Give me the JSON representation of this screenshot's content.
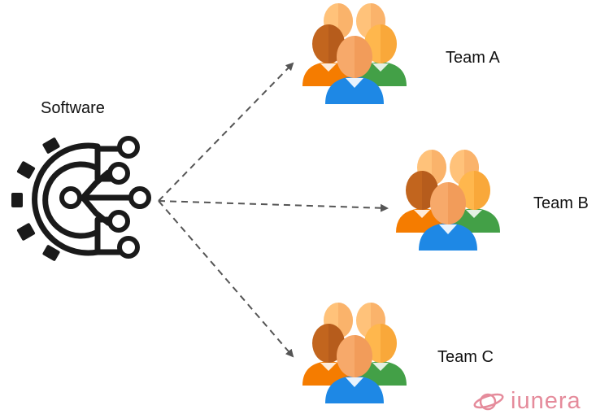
{
  "software": {
    "label": "Software",
    "icon": "gear-circuit-icon"
  },
  "teams": [
    {
      "label": "Team A",
      "icon": "people-group-icon"
    },
    {
      "label": "Team B",
      "icon": "people-group-icon"
    },
    {
      "label": "Team C",
      "icon": "people-group-icon"
    }
  ],
  "logo": {
    "text": "iunera",
    "icon": "planet-ring-icon",
    "color": "#e58b9b"
  },
  "colors": {
    "arrow": "#555555",
    "icon_dark": "#1a1a1a",
    "person_orange_shirt": "#f57c00",
    "person_green_shirt": "#43a047",
    "person_blue_shirt": "#1e88e5",
    "skin_light": "#ffb74d",
    "skin_peach": "#f7a96a",
    "skin_dark": "#c2651e"
  }
}
